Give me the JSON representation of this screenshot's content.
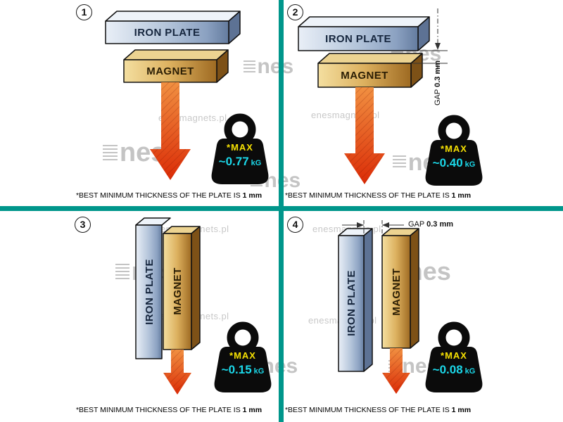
{
  "watermark": {
    "site": "enesmagnets.pl",
    "brand": "nes"
  },
  "colors": {
    "divider": "#00968b",
    "max_label": "#f5e003",
    "value_text": "#1bd7e8",
    "arrow_top": "#f19041",
    "arrow_bottom": "#db2b06"
  },
  "panels": [
    {
      "number": "1",
      "plate_label": "IRON PLATE",
      "magnet_label": "MAGNET",
      "weight": {
        "max_label": "*MAX",
        "value": "~0.77",
        "unit": "kG"
      },
      "caption": {
        "text": "*BEST MINIMUM THICKNESS OF THE PLATE IS",
        "bold": "1 mm"
      }
    },
    {
      "number": "2",
      "plate_label": "IRON PLATE",
      "magnet_label": "MAGNET",
      "gap": {
        "label": "GAP",
        "value": "0.3 mm"
      },
      "weight": {
        "max_label": "*MAX",
        "value": "~0.40",
        "unit": "kG"
      },
      "caption": {
        "text": "*BEST MINIMUM THICKNESS OF THE PLATE IS",
        "bold": "1 mm"
      }
    },
    {
      "number": "3",
      "plate_label": "IRON PLATE",
      "magnet_label": "MAGNET",
      "weight": {
        "max_label": "*MAX",
        "value": "~0.15",
        "unit": "kG"
      },
      "caption": {
        "text": "*BEST MINIMUM THICKNESS OF THE PLATE IS",
        "bold": "1 mm"
      }
    },
    {
      "number": "4",
      "plate_label": "IRON PLATE",
      "magnet_label": "MAGNET",
      "gap": {
        "label": "GAP",
        "value": "0.3 mm"
      },
      "weight": {
        "max_label": "*MAX",
        "value": "~0.08",
        "unit": "kG"
      },
      "caption": {
        "text": "*BEST MINIMUM THICKNESS OF THE PLATE IS",
        "bold": "1 mm"
      }
    }
  ]
}
